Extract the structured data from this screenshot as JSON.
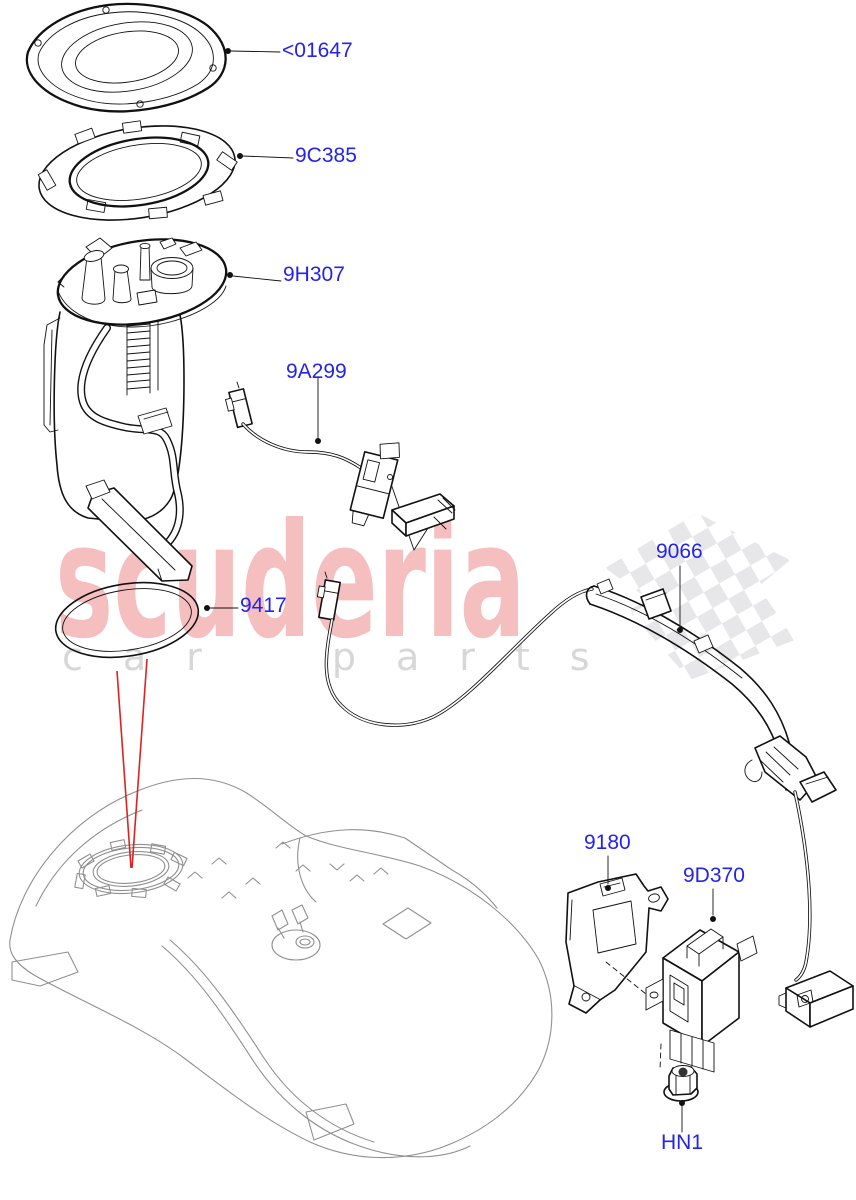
{
  "watermark": {
    "brand": "scuderia",
    "tagline": "car parts"
  },
  "theme": {
    "label_color": "#2323ee",
    "art_color": "#111111",
    "tank_color": "#909090",
    "red_line_color": "#dd2222",
    "checker_color": "#e7e7ea",
    "brand_color": "rgba(224,62,62,0.33)",
    "tagline_color": "#d7d7d7",
    "background": "#ffffff"
  },
  "parts": {
    "mounting_plate": {
      "label": "<01647"
    },
    "locking_ring": {
      "label": "9C385"
    },
    "fuel_pump_module": {
      "label": "9H307"
    },
    "fuel_level_sender": {
      "label": "9A299"
    },
    "tank_seal": {
      "label": "9417"
    },
    "fuel_line_harness": {
      "label": "9066"
    },
    "mounting_bracket": {
      "label": "9180"
    },
    "fuel_pump_control_module": {
      "label": "9D370"
    },
    "flange_nut": {
      "label": "HN1"
    }
  }
}
